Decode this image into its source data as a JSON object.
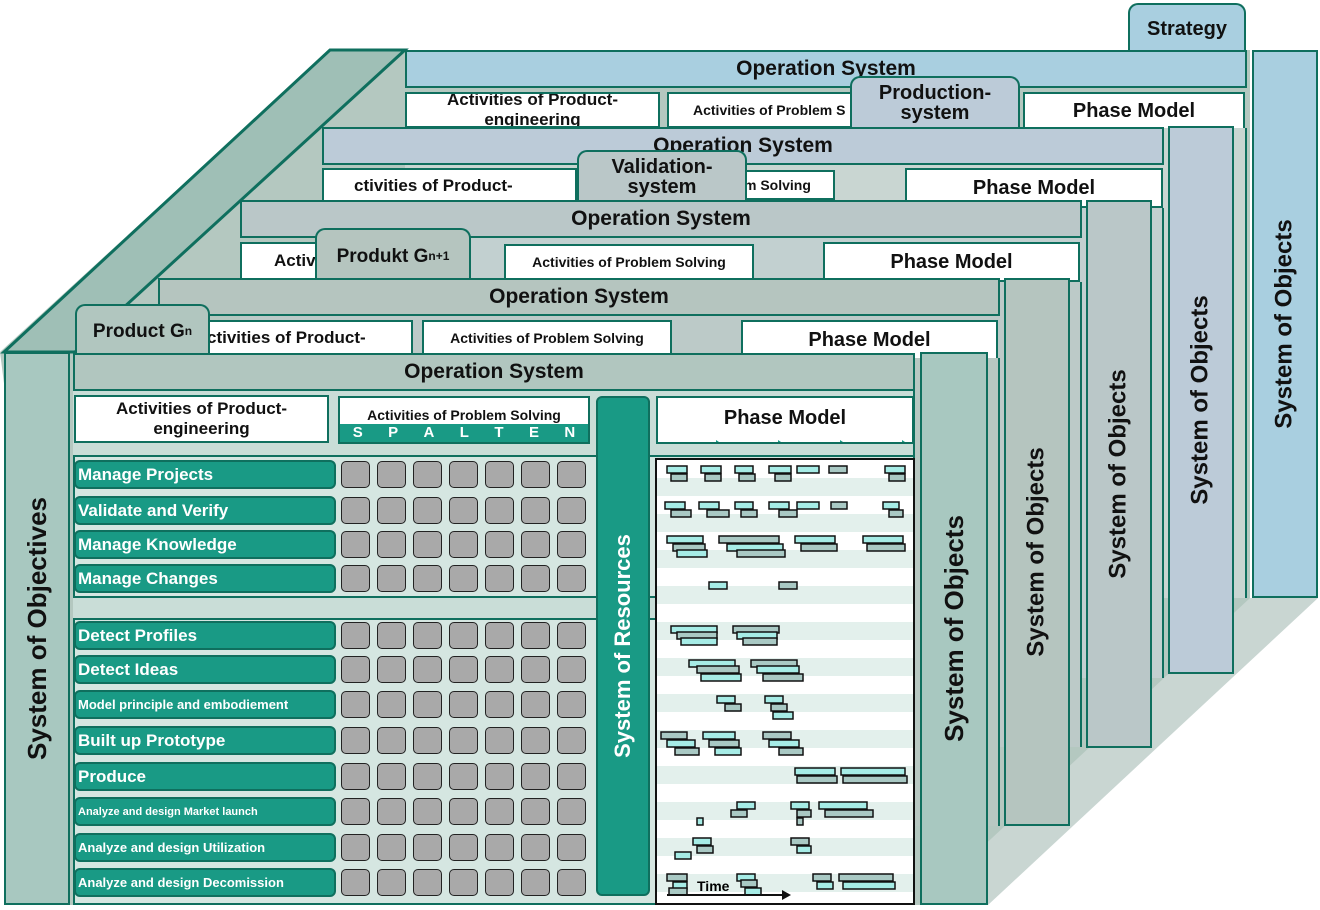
{
  "colors": {
    "teal_dark": "#0f6f5e",
    "teal": "#199a85",
    "teal_light": "#a8c8c0",
    "layer4": "#a9cfe0",
    "layer3": "#bccbd8",
    "layer2": "#bac7c8",
    "layer1": "#b5c5bf",
    "layer0": "#b1c6bf",
    "gantt_a": "#a6ece6",
    "gantt_b": "#a9c9c4"
  },
  "labels": {
    "strategy": "Strategy",
    "production_system": "Production-\nsystem",
    "validation_system": "Validation-\nsystem",
    "produkt_next_main": "Produkt G",
    "produkt_next_sub": "n+1",
    "product_main": "Product G",
    "product_sub": "n",
    "operation_system": "Operation System",
    "activities_product_engineering": "Activities of Product-engineering",
    "activities_problem_solving": "Activities of Problem Solving",
    "spalten_letters": [
      "S",
      "P",
      "A",
      "L",
      "T",
      "E",
      "N"
    ],
    "phase_model": "Phase Model",
    "system_of_objects": "System of Objects",
    "system_of_objectives": "System of Objectives",
    "system_of_resources": "System of Resources",
    "time": "Time",
    "back_activ": "Activ",
    "back_m_solving": "m Solving",
    "back_activities_product": "ctivities of Product-",
    "back_activities_problem_s": "Activities of Problem S"
  },
  "activity_groups": [
    {
      "items": [
        {
          "label": "Manage Projects",
          "size": "large"
        },
        {
          "label": "Validate and Verify",
          "size": "large"
        },
        {
          "label": "Manage Knowledge",
          "size": "large"
        },
        {
          "label": "Manage Changes",
          "size": "large"
        }
      ]
    },
    {
      "items": [
        {
          "label": "Detect Profiles",
          "size": "large"
        },
        {
          "label": "Detect Ideas",
          "size": "large"
        },
        {
          "label": "Model principle and embodiement",
          "size": "small"
        },
        {
          "label": "Built up Prototype",
          "size": "large"
        },
        {
          "label": "Produce",
          "size": "large"
        },
        {
          "label": "Analyze and design Market launch",
          "size": "tiny"
        },
        {
          "label": "Analyze and design Utilization",
          "size": "small"
        },
        {
          "label": "Analyze and design Decomission",
          "size": "small"
        }
      ]
    }
  ]
}
